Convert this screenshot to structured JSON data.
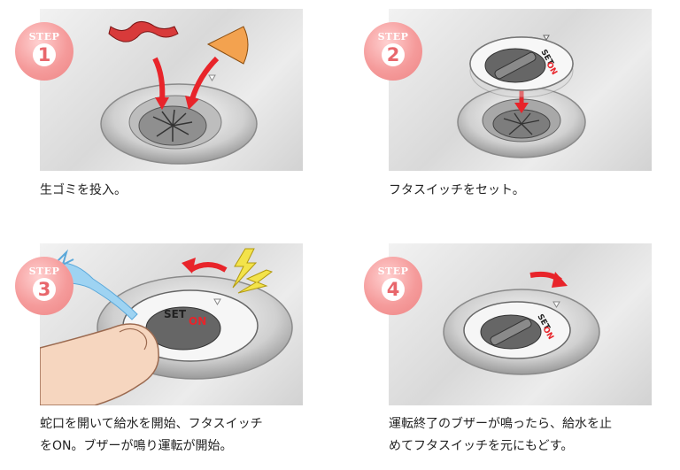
{
  "badge_label": "STEP",
  "switch_label_set": "SET",
  "switch_label_on": "ON",
  "steps": [
    {
      "number": "1",
      "caption_lines": [
        "生ゴミを投入。"
      ]
    },
    {
      "number": "2",
      "caption_lines": [
        "フタスイッチをセット。"
      ]
    },
    {
      "number": "3",
      "caption_lines": [
        "蛇口を開いて給水を開始、フタスイッチ",
        "をON。ブザーが鳴り運転が開始。"
      ]
    },
    {
      "number": "4",
      "caption_lines": [
        "運転終了のブザーが鳴ったら、給水を止",
        "めてフタスイッチを元にもどす。"
      ]
    }
  ],
  "colors": {
    "badge": "#f28c8c",
    "arrow": "#e8242a",
    "on_text": "#e8242a",
    "lightning": "#f3e34a",
    "water": "#7ec3ea"
  }
}
